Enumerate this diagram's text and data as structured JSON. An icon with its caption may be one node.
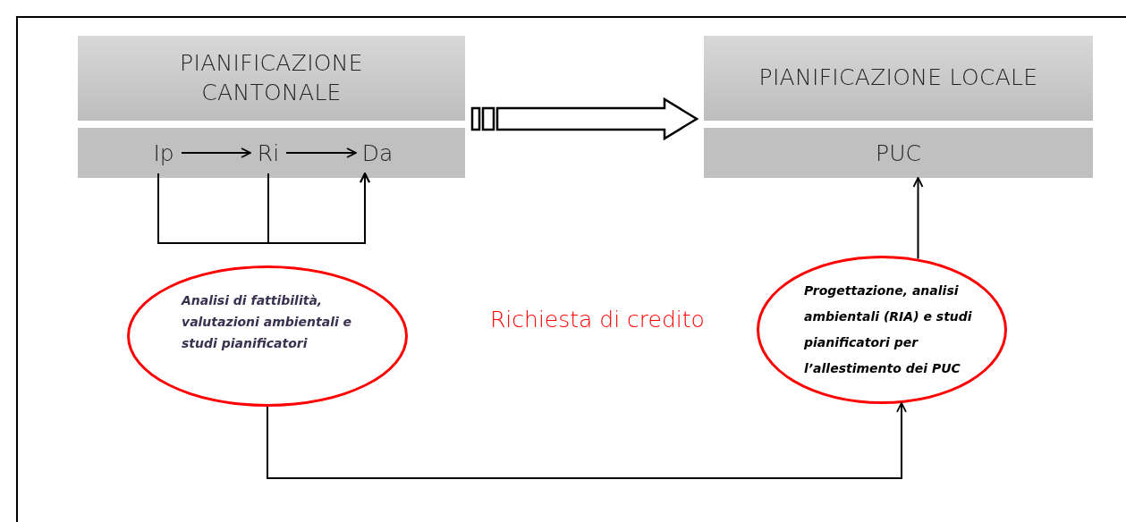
{
  "diagram": {
    "nodes": [
      {
        "text": [
          "PIANIFICAZIONE CANTONALE"
        ]
      },
      {
        "text": [],
        "shape": "box"
      },
      {
        "text": [
          "Ip"
        ],
        "in": 1
      },
      {
        "text": [
          "Ri"
        ],
        "in": 1
      },
      {
        "text": [
          "Da"
        ],
        "in": 1
      },
      {
        "text": [
          "PIANIFICAZIONE LOCALE"
        ]
      },
      {
        "text": [
          "PUC"
        ]
      },
      {
        "text": [
          "Analisi di fattibilità, valutazioni ambientali e studi pianificatori"
        ]
      },
      {
        "text": [
          "Progettazione, analisi ambientali (RIA) e studi pianificatori per l’allestimento dei PUC"
        ]
      }
    ],
    "edges": [
      {
        "from": 2,
        "to": 3,
        "arrow": "to"
      },
      {
        "from": 3,
        "to": 4,
        "arrow": "to"
      },
      {
        "from": 0,
        "to": 5,
        "arrow": "to",
        "style": "thick"
      },
      {
        "from": 2,
        "to": 4,
        "arrow": "to"
      },
      {
        "from": 3,
        "to": 4,
        "arrow": "to"
      },
      {
        "from": 8,
        "to": 6,
        "arrow": "to"
      },
      {
        "from": 7,
        "to": 8,
        "arrow": "to"
      }
    ],
    "labels": [
      "Richiesta di credito"
    ]
  }
}
